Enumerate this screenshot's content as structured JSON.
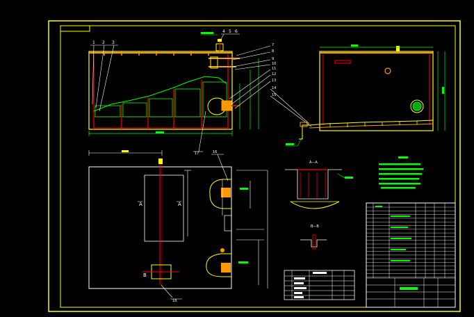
{
  "drawing": {
    "callouts": {
      "top_left": [
        "1",
        "2",
        "3"
      ],
      "top_center": [
        "4",
        "5",
        "6"
      ],
      "right_stack": [
        "7",
        "8",
        "9",
        "10",
        "11",
        "12",
        "13",
        "14",
        "15"
      ],
      "bottom_elev": "17",
      "section_callout": "16",
      "bottom_mark": "18"
    },
    "sections": {
      "a_a_label": "A—A",
      "b_b_label": "B—B",
      "a_left": "A",
      "a_right": "A",
      "b_left": "B"
    },
    "colors": {
      "frame": "#ffff00",
      "line": "#ffffff",
      "red": "#ff0000",
      "green": "#00ff00",
      "cyan": "#00ffff",
      "magenta": "#ff00ff",
      "background": "#000000"
    }
  }
}
